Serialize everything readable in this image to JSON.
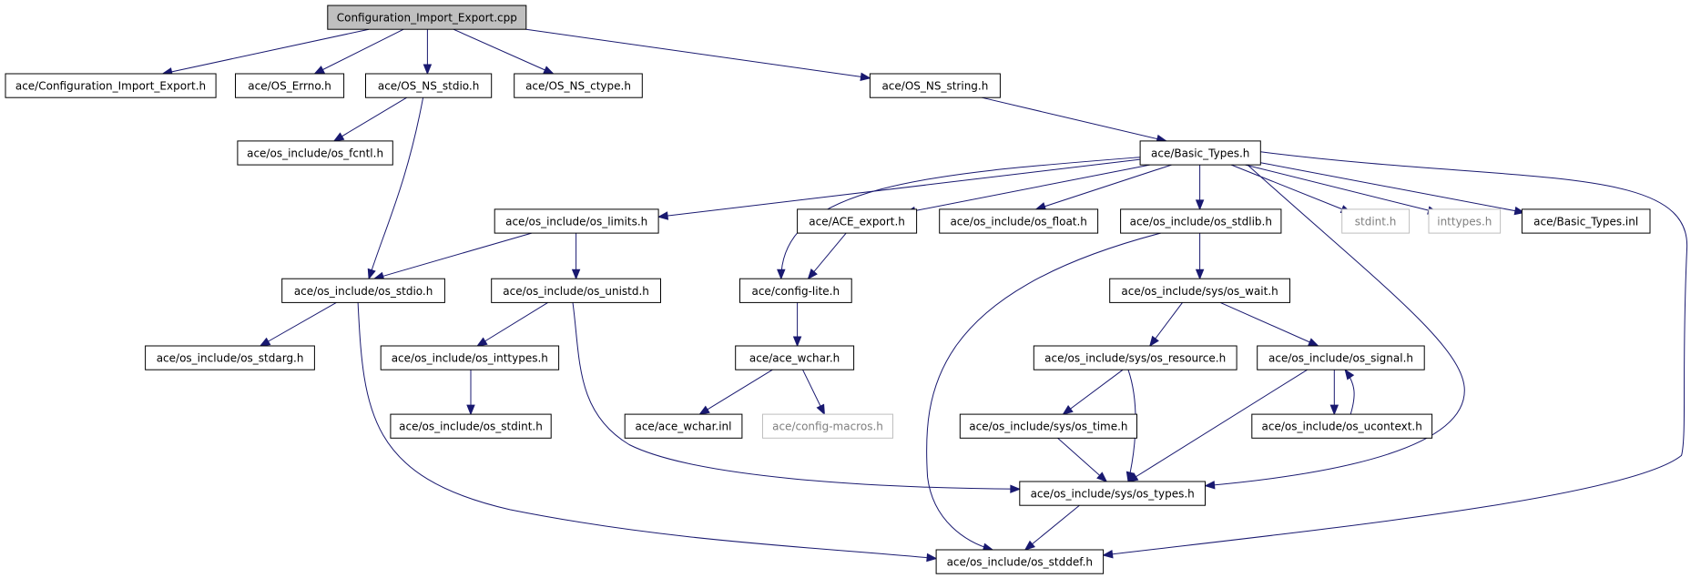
{
  "diagram": {
    "root": "Configuration_Import_Export.cpp",
    "nodes": [
      {
        "id": "root",
        "label": "Configuration_Import_Export.cpp",
        "style": "root"
      },
      {
        "id": "cie_h",
        "label": "ace/Configuration_Import_Export.h",
        "style": "normal"
      },
      {
        "id": "errno",
        "label": "ace/OS_Errno.h",
        "style": "normal"
      },
      {
        "id": "ns_stdio",
        "label": "ace/OS_NS_stdio.h",
        "style": "normal"
      },
      {
        "id": "ns_ctype",
        "label": "ace/OS_NS_ctype.h",
        "style": "normal"
      },
      {
        "id": "ns_string",
        "label": "ace/OS_NS_string.h",
        "style": "normal"
      },
      {
        "id": "fcntl",
        "label": "ace/os_include/os_fcntl.h",
        "style": "normal"
      },
      {
        "id": "basic_types",
        "label": "ace/Basic_Types.h",
        "style": "normal"
      },
      {
        "id": "limits",
        "label": "ace/os_include/os_limits.h",
        "style": "normal"
      },
      {
        "id": "ace_export",
        "label": "ace/ACE_export.h",
        "style": "normal"
      },
      {
        "id": "os_float",
        "label": "ace/os_include/os_float.h",
        "style": "normal"
      },
      {
        "id": "os_stdlib",
        "label": "ace/os_include/os_stdlib.h",
        "style": "normal"
      },
      {
        "id": "stdint_h",
        "label": "stdint.h",
        "style": "faded"
      },
      {
        "id": "inttypes_h",
        "label": "inttypes.h",
        "style": "faded"
      },
      {
        "id": "basic_inl",
        "label": "ace/Basic_Types.inl",
        "style": "normal"
      },
      {
        "id": "os_stdio",
        "label": "ace/os_include/os_stdio.h",
        "style": "normal"
      },
      {
        "id": "os_unistd",
        "label": "ace/os_include/os_unistd.h",
        "style": "normal"
      },
      {
        "id": "config_lite",
        "label": "ace/config-lite.h",
        "style": "normal"
      },
      {
        "id": "sys_wait",
        "label": "ace/os_include/sys/os_wait.h",
        "style": "normal"
      },
      {
        "id": "os_stdarg",
        "label": "ace/os_include/os_stdarg.h",
        "style": "normal"
      },
      {
        "id": "os_inttypes",
        "label": "ace/os_include/os_inttypes.h",
        "style": "normal"
      },
      {
        "id": "ace_wchar",
        "label": "ace/ace_wchar.h",
        "style": "normal"
      },
      {
        "id": "sys_resource",
        "label": "ace/os_include/sys/os_resource.h",
        "style": "normal"
      },
      {
        "id": "os_signal",
        "label": "ace/os_include/os_signal.h",
        "style": "normal"
      },
      {
        "id": "os_stdint",
        "label": "ace/os_include/os_stdint.h",
        "style": "normal"
      },
      {
        "id": "wchar_inl",
        "label": "ace/ace_wchar.inl",
        "style": "normal"
      },
      {
        "id": "config_macros",
        "label": "ace/config-macros.h",
        "style": "faded"
      },
      {
        "id": "sys_time",
        "label": "ace/os_include/sys/os_time.h",
        "style": "normal"
      },
      {
        "id": "os_ucontext",
        "label": "ace/os_include/os_ucontext.h",
        "style": "normal"
      },
      {
        "id": "sys_types",
        "label": "ace/os_include/sys/os_types.h",
        "style": "normal"
      },
      {
        "id": "os_stddef",
        "label": "ace/os_include/os_stddef.h",
        "style": "normal"
      }
    ],
    "edges": [
      [
        "root",
        "cie_h"
      ],
      [
        "root",
        "errno"
      ],
      [
        "root",
        "ns_stdio"
      ],
      [
        "root",
        "ns_ctype"
      ],
      [
        "root",
        "ns_string"
      ],
      [
        "ns_stdio",
        "fcntl"
      ],
      [
        "ns_stdio",
        "os_stdio"
      ],
      [
        "ns_string",
        "basic_types"
      ],
      [
        "basic_types",
        "limits"
      ],
      [
        "basic_types",
        "ace_export"
      ],
      [
        "basic_types",
        "os_float"
      ],
      [
        "basic_types",
        "os_stdlib"
      ],
      [
        "basic_types",
        "stdint_h"
      ],
      [
        "basic_types",
        "inttypes_h"
      ],
      [
        "basic_types",
        "basic_inl"
      ],
      [
        "basic_types",
        "config_lite"
      ],
      [
        "basic_types",
        "sys_types"
      ],
      [
        "basic_types",
        "os_stddef"
      ],
      [
        "limits",
        "os_stdio"
      ],
      [
        "limits",
        "os_unistd"
      ],
      [
        "ace_export",
        "config_lite"
      ],
      [
        "os_stdlib",
        "sys_wait"
      ],
      [
        "os_stdlib",
        "os_stddef"
      ],
      [
        "os_stdio",
        "os_stdarg"
      ],
      [
        "os_stdio",
        "os_stddef"
      ],
      [
        "os_unistd",
        "os_inttypes"
      ],
      [
        "os_unistd",
        "sys_types"
      ],
      [
        "config_lite",
        "ace_wchar"
      ],
      [
        "sys_wait",
        "sys_resource"
      ],
      [
        "sys_wait",
        "os_signal"
      ],
      [
        "os_inttypes",
        "os_stdint"
      ],
      [
        "ace_wchar",
        "wchar_inl"
      ],
      [
        "ace_wchar",
        "config_macros"
      ],
      [
        "sys_resource",
        "sys_time"
      ],
      [
        "sys_resource",
        "sys_types"
      ],
      [
        "os_signal",
        "os_ucontext"
      ],
      [
        "os_signal",
        "sys_types"
      ],
      [
        "os_ucontext",
        "os_signal"
      ],
      [
        "sys_time",
        "sys_types"
      ],
      [
        "sys_types",
        "os_stddef"
      ]
    ]
  }
}
